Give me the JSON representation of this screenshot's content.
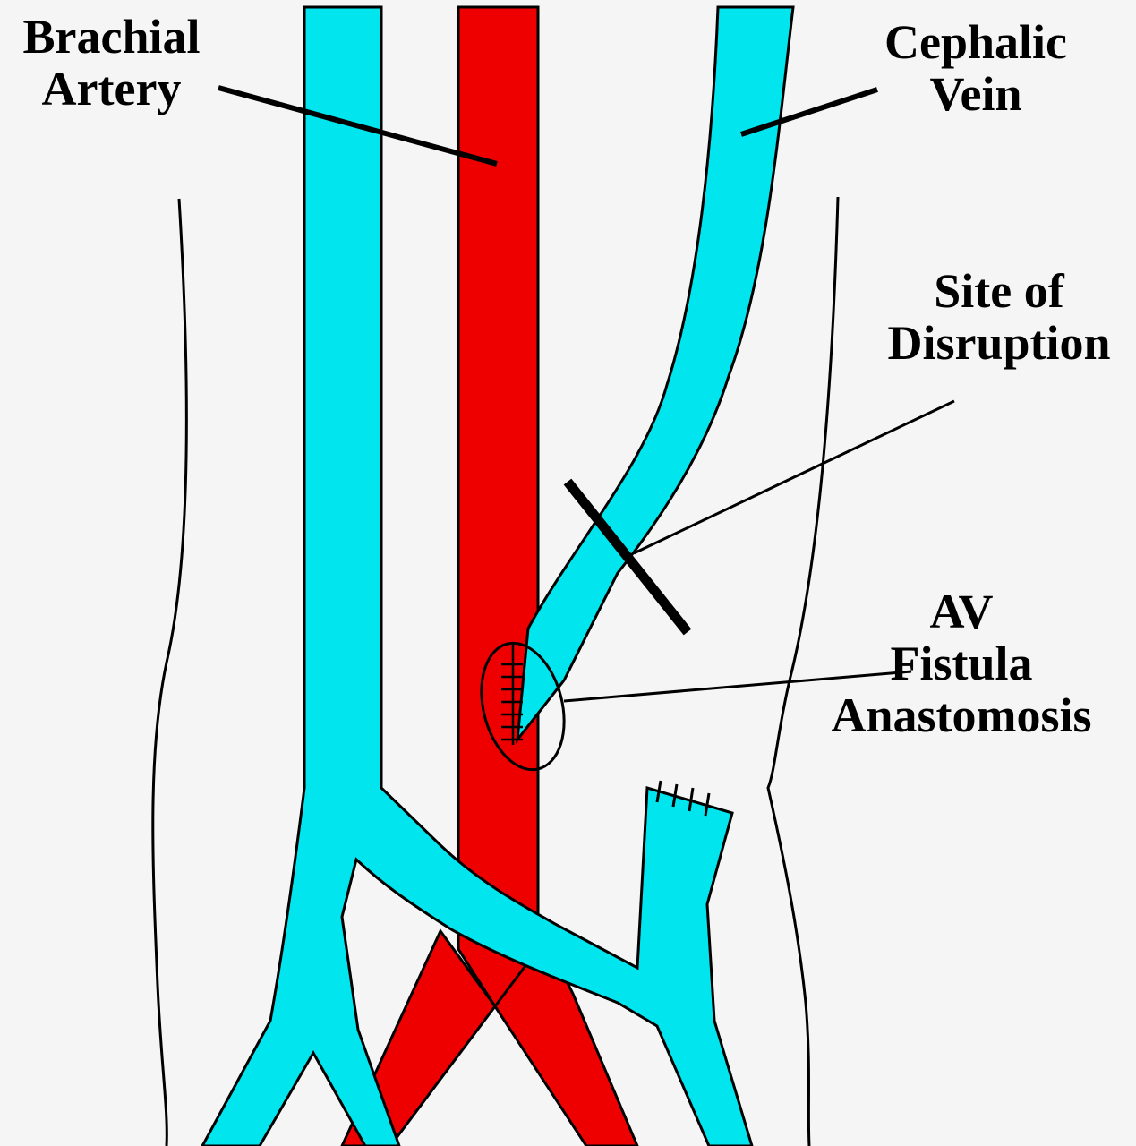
{
  "labels": {
    "brachial_artery": [
      "Brachial",
      "Artery"
    ],
    "cephalic_vein": [
      "Cephalic",
      "Vein"
    ],
    "site_of_disruption": [
      "Site of",
      "Disruption"
    ],
    "av_fistula": [
      "AV",
      "Fistula",
      "Anastomosis"
    ]
  },
  "colors": {
    "background": "#f5f5f5",
    "vein": "#00e5ee",
    "artery": "#ee0000",
    "outline": "#000000"
  }
}
